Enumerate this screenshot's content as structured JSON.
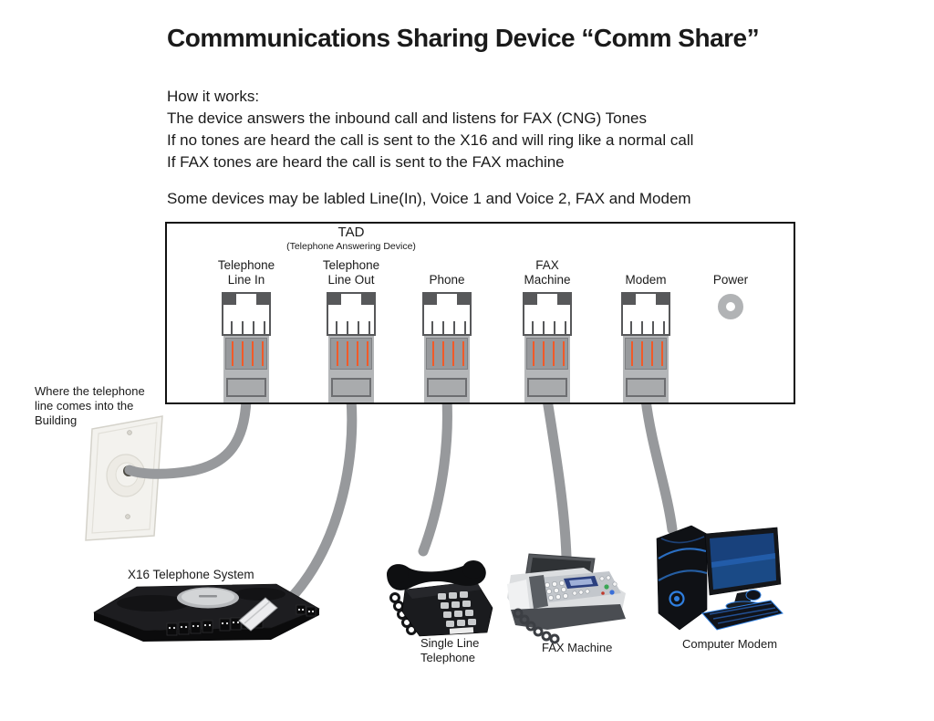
{
  "title": "Commmunications Sharing Device “Comm Share”",
  "how_it_works": {
    "heading": "How it works:",
    "line1": "The device answers the inbound call and listens for FAX (CNG) Tones",
    "line2": "If no tones are heard the call is sent to the X16 and will ring like a normal call",
    "line3": "If FAX tones are heard the call is sent to the FAX machine"
  },
  "note": "Some devices may be labled Line(In), Voice 1 and Voice 2, FAX and Modem",
  "panel": {
    "tad": {
      "title": "TAD",
      "subtitle": "(Telephone Answering Device)"
    },
    "ports": [
      {
        "line1": "Telephone",
        "line2": "Line In"
      },
      {
        "line1": "Telephone",
        "line2": "Line Out"
      },
      {
        "line1": "",
        "line2": "Phone"
      },
      {
        "line1": "FAX",
        "line2": "Machine"
      },
      {
        "line1": "",
        "line2": "Modem"
      }
    ],
    "power_label": "Power"
  },
  "devices": {
    "wall_note": {
      "l1": "Where the telephone",
      "l2": "line comes into the",
      "l3": "Building"
    },
    "x16_label": "X16 Telephone System",
    "phone_label": {
      "l1": "Single Line",
      "l2": "Telephone"
    },
    "fax_label": "FAX Machine",
    "computer_label": "Computer Modem"
  },
  "colors": {
    "cable_gray": "#97999c",
    "wire_orange": "#f15a29",
    "panel_border": "#111111",
    "accent_blue": "#2f7fe0"
  }
}
